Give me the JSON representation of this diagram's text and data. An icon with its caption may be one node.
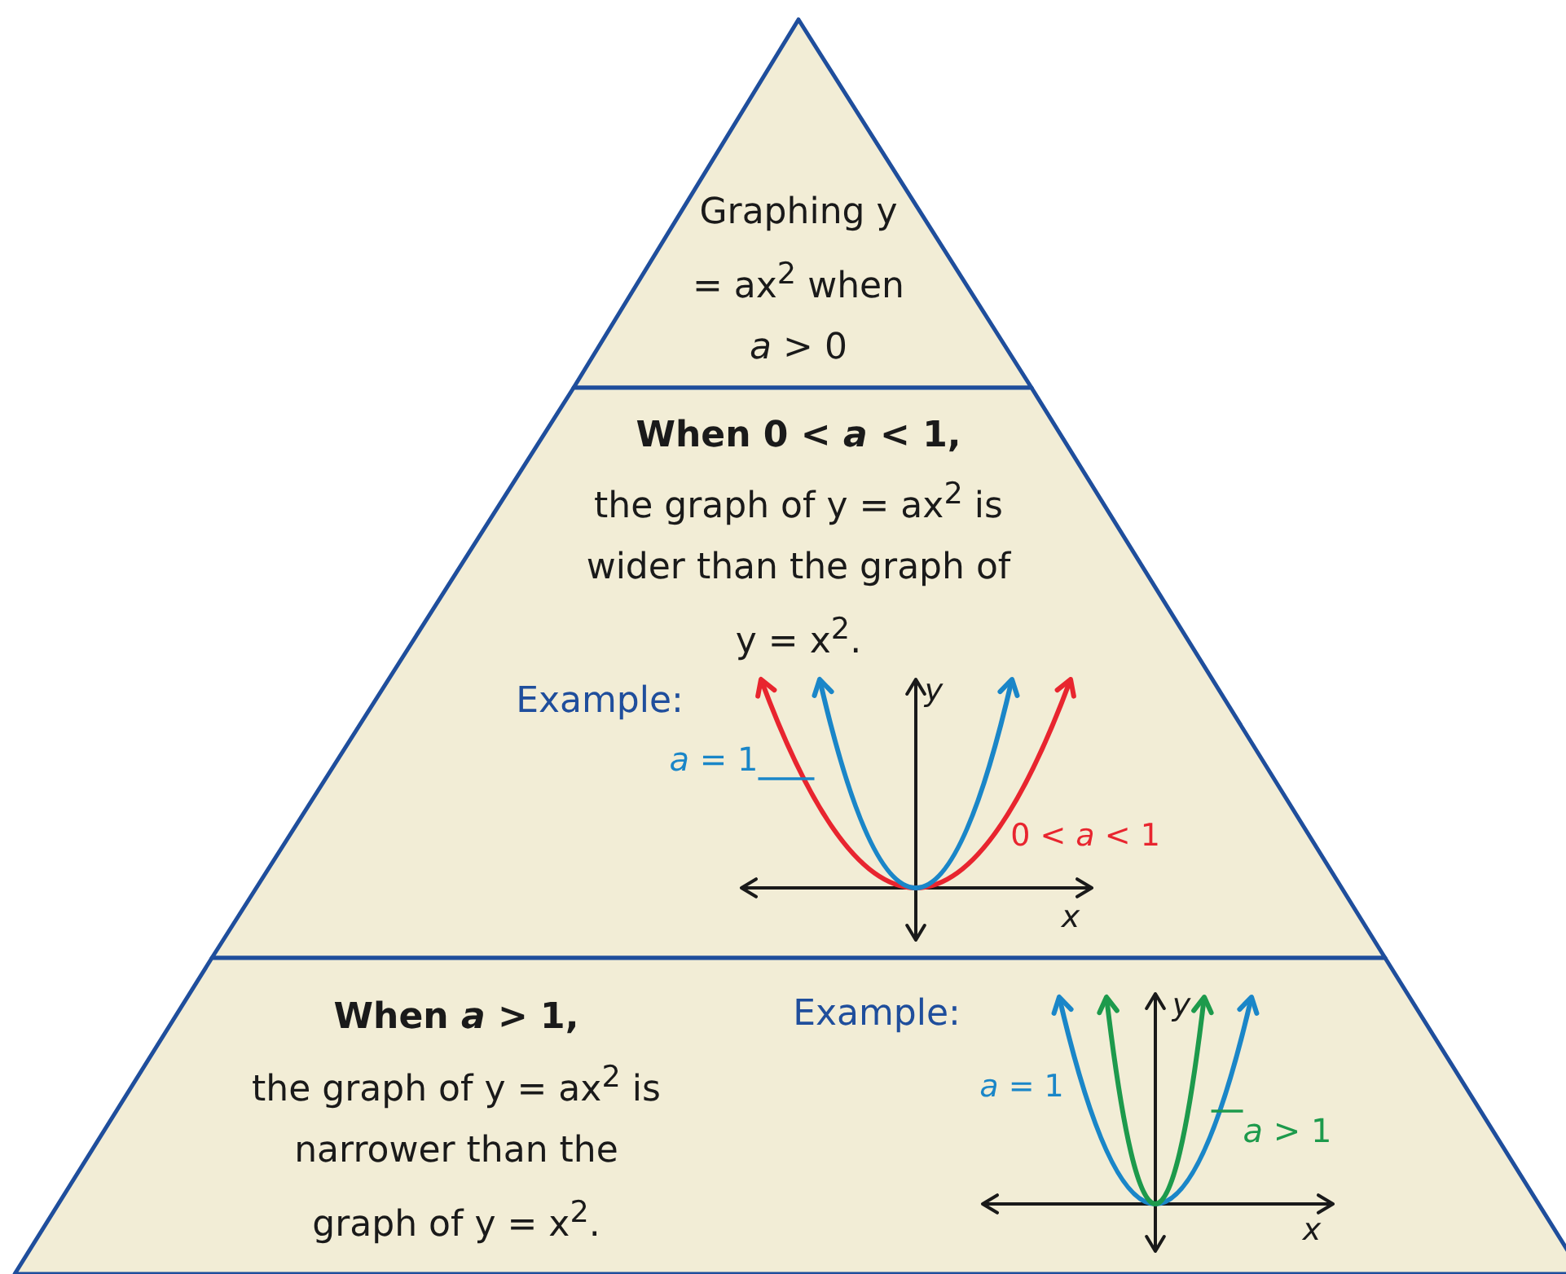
{
  "diagram": {
    "nodes": [
      {
        "text": [
          "Graphing y = ax$^{2}$ when *a* > 0"
        ]
      },
      {
        "text": [
          "When 0 < *a* < 1,",
          "the graph of y = ax$^{2}$ is wider than the graph of y = x$^{2}$.",
          "Example:"
        ]
      },
      {
        "text": [
          "*a* = 1"
        ],
        "in": 1
      },
      {
        "text": [],
        "shape": "curve",
        "in": 1
      },
      {
        "text": [
          "When *a* > 1,",
          "the graph of y = ax$^{2}$ is narrower than the graph of y = x$^{2}$.",
          "Example:"
        ]
      },
      {
        "text": [
          "*a* > 1"
        ],
        "in": 4
      },
      {
        "text": [],
        "shape": "curve",
        "in": 4
      }
    ],
    "edges": [
      {
        "from": 2,
        "to": 3,
        "arrow": "none",
        "color": "#1a86c8"
      },
      {
        "from": 5,
        "to": 6,
        "arrow": "none",
        "color": "#1d9a4c"
      }
    ],
    "labels": [
      "y",
      "0 < *a* < 1",
      "x",
      "y",
      "*a* = 1",
      "x"
    ]
  }
}
